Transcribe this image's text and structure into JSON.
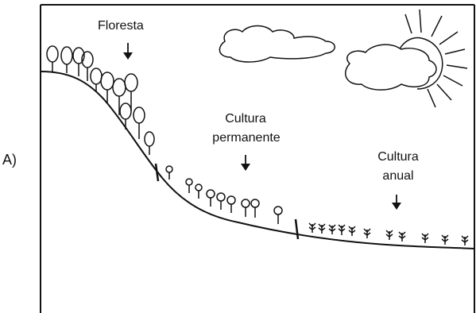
{
  "panel_label": "A)",
  "labels": {
    "forest": "Floresta",
    "permanent_line1": "Cultura",
    "permanent_line2": "permanente",
    "annual_line1": "Cultura",
    "annual_line2": "anual"
  },
  "colors": {
    "ink": "#111111",
    "background": "#ffffff"
  },
  "icons": [
    "cloud-icon",
    "sun-icon",
    "tree-icon",
    "crop-icon",
    "down-arrow-icon"
  ]
}
